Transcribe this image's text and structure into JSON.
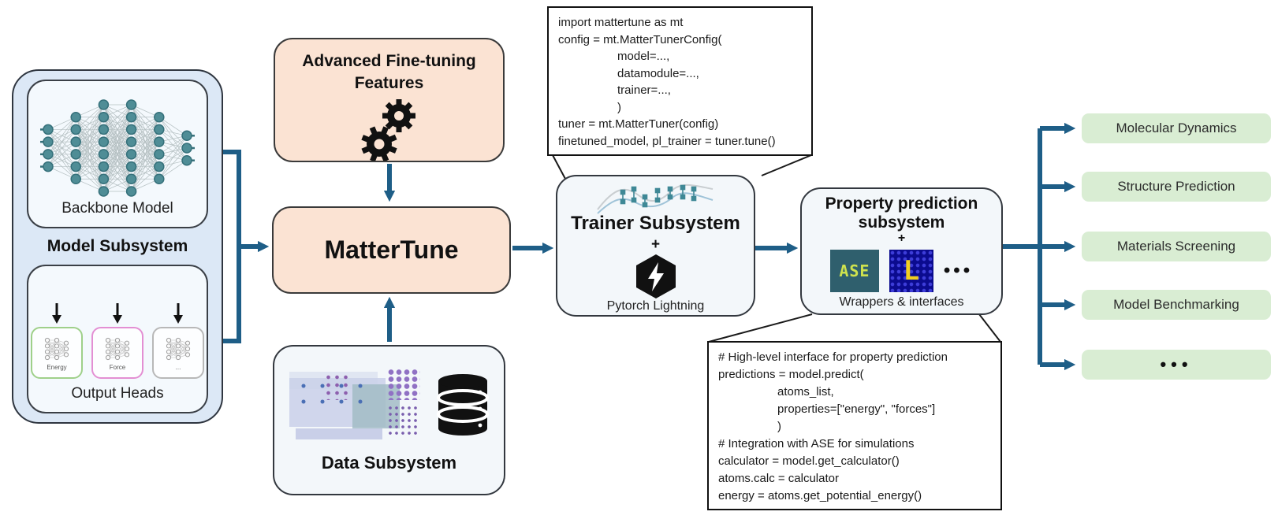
{
  "colors": {
    "arrow": "#1e5e87",
    "peach_fill": "#fbe3d3",
    "panel_blue_fill": "#dce8f6",
    "light_box_fill": "#f3f7fa",
    "application_green": "#d9edd3",
    "energy_border": "#9fd08a",
    "force_border": "#e38fd3"
  },
  "model_subsystem": {
    "title": "Model Subsystem",
    "backbone_label": "Backbone Model",
    "output_heads_label": "Output Heads",
    "heads": [
      {
        "label": "Energy"
      },
      {
        "label": "Force"
      },
      {
        "label": "..."
      }
    ]
  },
  "advanced_features": {
    "title": "Advanced Fine-tuning Features"
  },
  "mattertune": {
    "title": "MatterTune"
  },
  "data_subsystem": {
    "title": "Data Subsystem"
  },
  "trainer_subsystem": {
    "title": "Trainer Subsystem",
    "plus": "+",
    "framework": "Pytorch Lightning"
  },
  "property_subsystem": {
    "title": "Property prediction subsystem",
    "plus": "+",
    "ase": "ASE",
    "lammps": "L",
    "more": "•••",
    "caption": "Wrappers & interfaces"
  },
  "applications": [
    "Molecular Dynamics",
    "Structure Prediction",
    "Materials Screening",
    "Model Benchmarking",
    "•••"
  ],
  "code_snippets": {
    "tuning": "import mattertune as mt\nconfig = mt.MatterTunerConfig(\n                  model=...,\n                  datamodule=...,\n                  trainer=...,\n                  )\ntuner = mt.MatterTuner(config)\nfinetuned_model, pl_trainer = tuner.tune()",
    "prediction": "# High-level interface for property prediction\npredictions = model.predict(\n                  atoms_list,\n                  properties=[\"energy\", \"forces\"]\n                  )\n# Integration with ASE for simulations\ncalculator = model.get_calculator()\natoms.calc = calculator\nenergy = atoms.get_potential_energy()"
  }
}
